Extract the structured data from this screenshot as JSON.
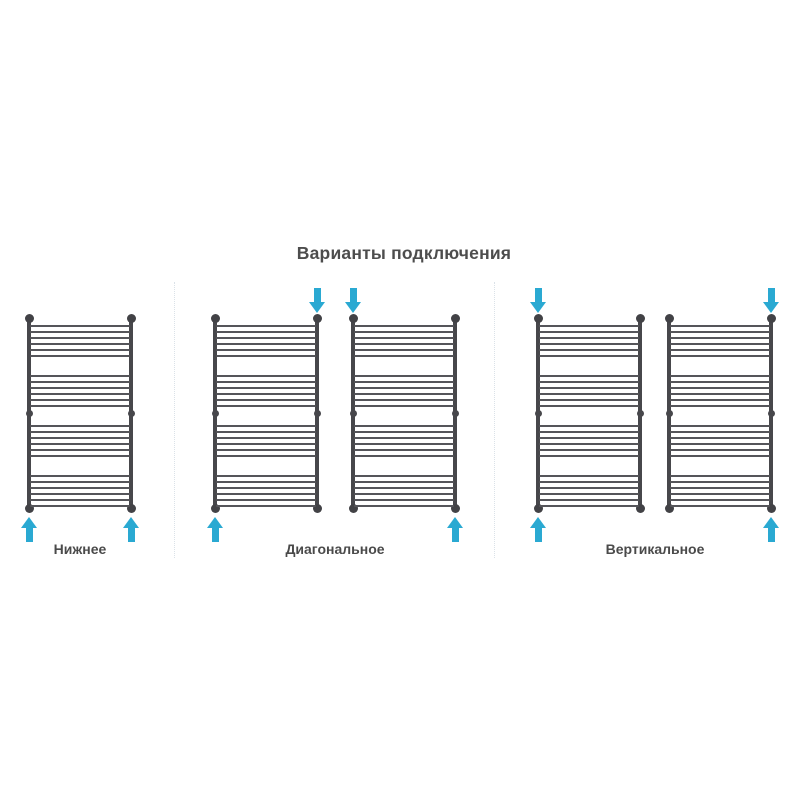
{
  "title": "Варианты подключения",
  "diagram": {
    "accent_color": "#2aa9d2",
    "radiator_color": "#47474b",
    "rung_groups": 4,
    "rungs_per_group": 6,
    "sections": [
      {
        "id": "bottom",
        "label": "Нижнее",
        "radiators": [
          {
            "arrows": [
              {
                "dir": "up",
                "pos": "bottom-left"
              },
              {
                "dir": "up",
                "pos": "bottom-right"
              }
            ]
          }
        ]
      },
      {
        "id": "diagonal",
        "label": "Диагональное",
        "radiators": [
          {
            "arrows": [
              {
                "dir": "down",
                "pos": "top-right"
              },
              {
                "dir": "up",
                "pos": "bottom-left"
              }
            ]
          },
          {
            "arrows": [
              {
                "dir": "down",
                "pos": "top-left"
              },
              {
                "dir": "up",
                "pos": "bottom-right"
              }
            ]
          }
        ]
      },
      {
        "id": "vertical",
        "label": "Вертикальное",
        "radiators": [
          {
            "arrows": [
              {
                "dir": "down",
                "pos": "top-left"
              },
              {
                "dir": "up",
                "pos": "bottom-left"
              }
            ]
          },
          {
            "arrows": [
              {
                "dir": "down",
                "pos": "top-right"
              },
              {
                "dir": "up",
                "pos": "bottom-right"
              }
            ]
          }
        ]
      }
    ]
  }
}
